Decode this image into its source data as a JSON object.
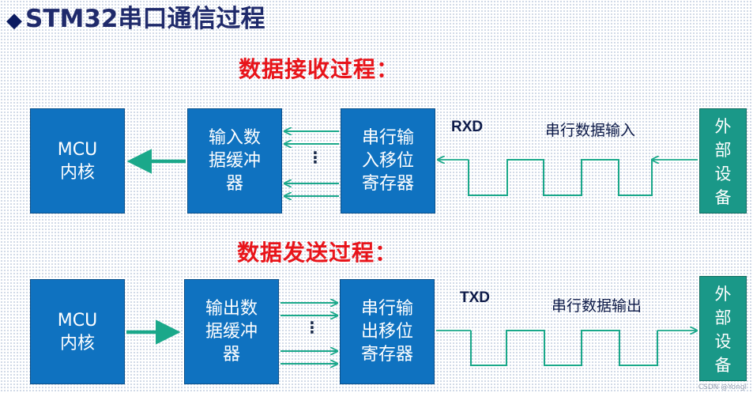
{
  "title": {
    "bullet": "◆",
    "text": "STM32串口通信过程"
  },
  "receive": {
    "heading": "数据接收过程：",
    "mcu": "MCU\n内核",
    "buffer": "输入数\n据缓冲\n器",
    "shift_register": "串行输\n入移位\n寄存器",
    "signal": "RXD",
    "signal_desc": "串行数据输入",
    "device": "外\n部\n设\n备",
    "ellipsis": "⋮"
  },
  "transmit": {
    "heading": "数据发送过程：",
    "mcu": "MCU\n内核",
    "buffer": "输出数\n据缓冲\n器",
    "shift_register": "串行输\n出移位\n寄存器",
    "signal": "TXD",
    "signal_desc": "串行数据输出",
    "device": "外\n部\n设\n备",
    "ellipsis": "⋮"
  },
  "watermark": "CSDN @Yongl",
  "colors": {
    "box_blue": "#0f72c0",
    "box_teal": "#1a9888",
    "arrow": "#1aa88a",
    "heading_red": "#e8141a",
    "title_navy": "#1f2a6b"
  }
}
